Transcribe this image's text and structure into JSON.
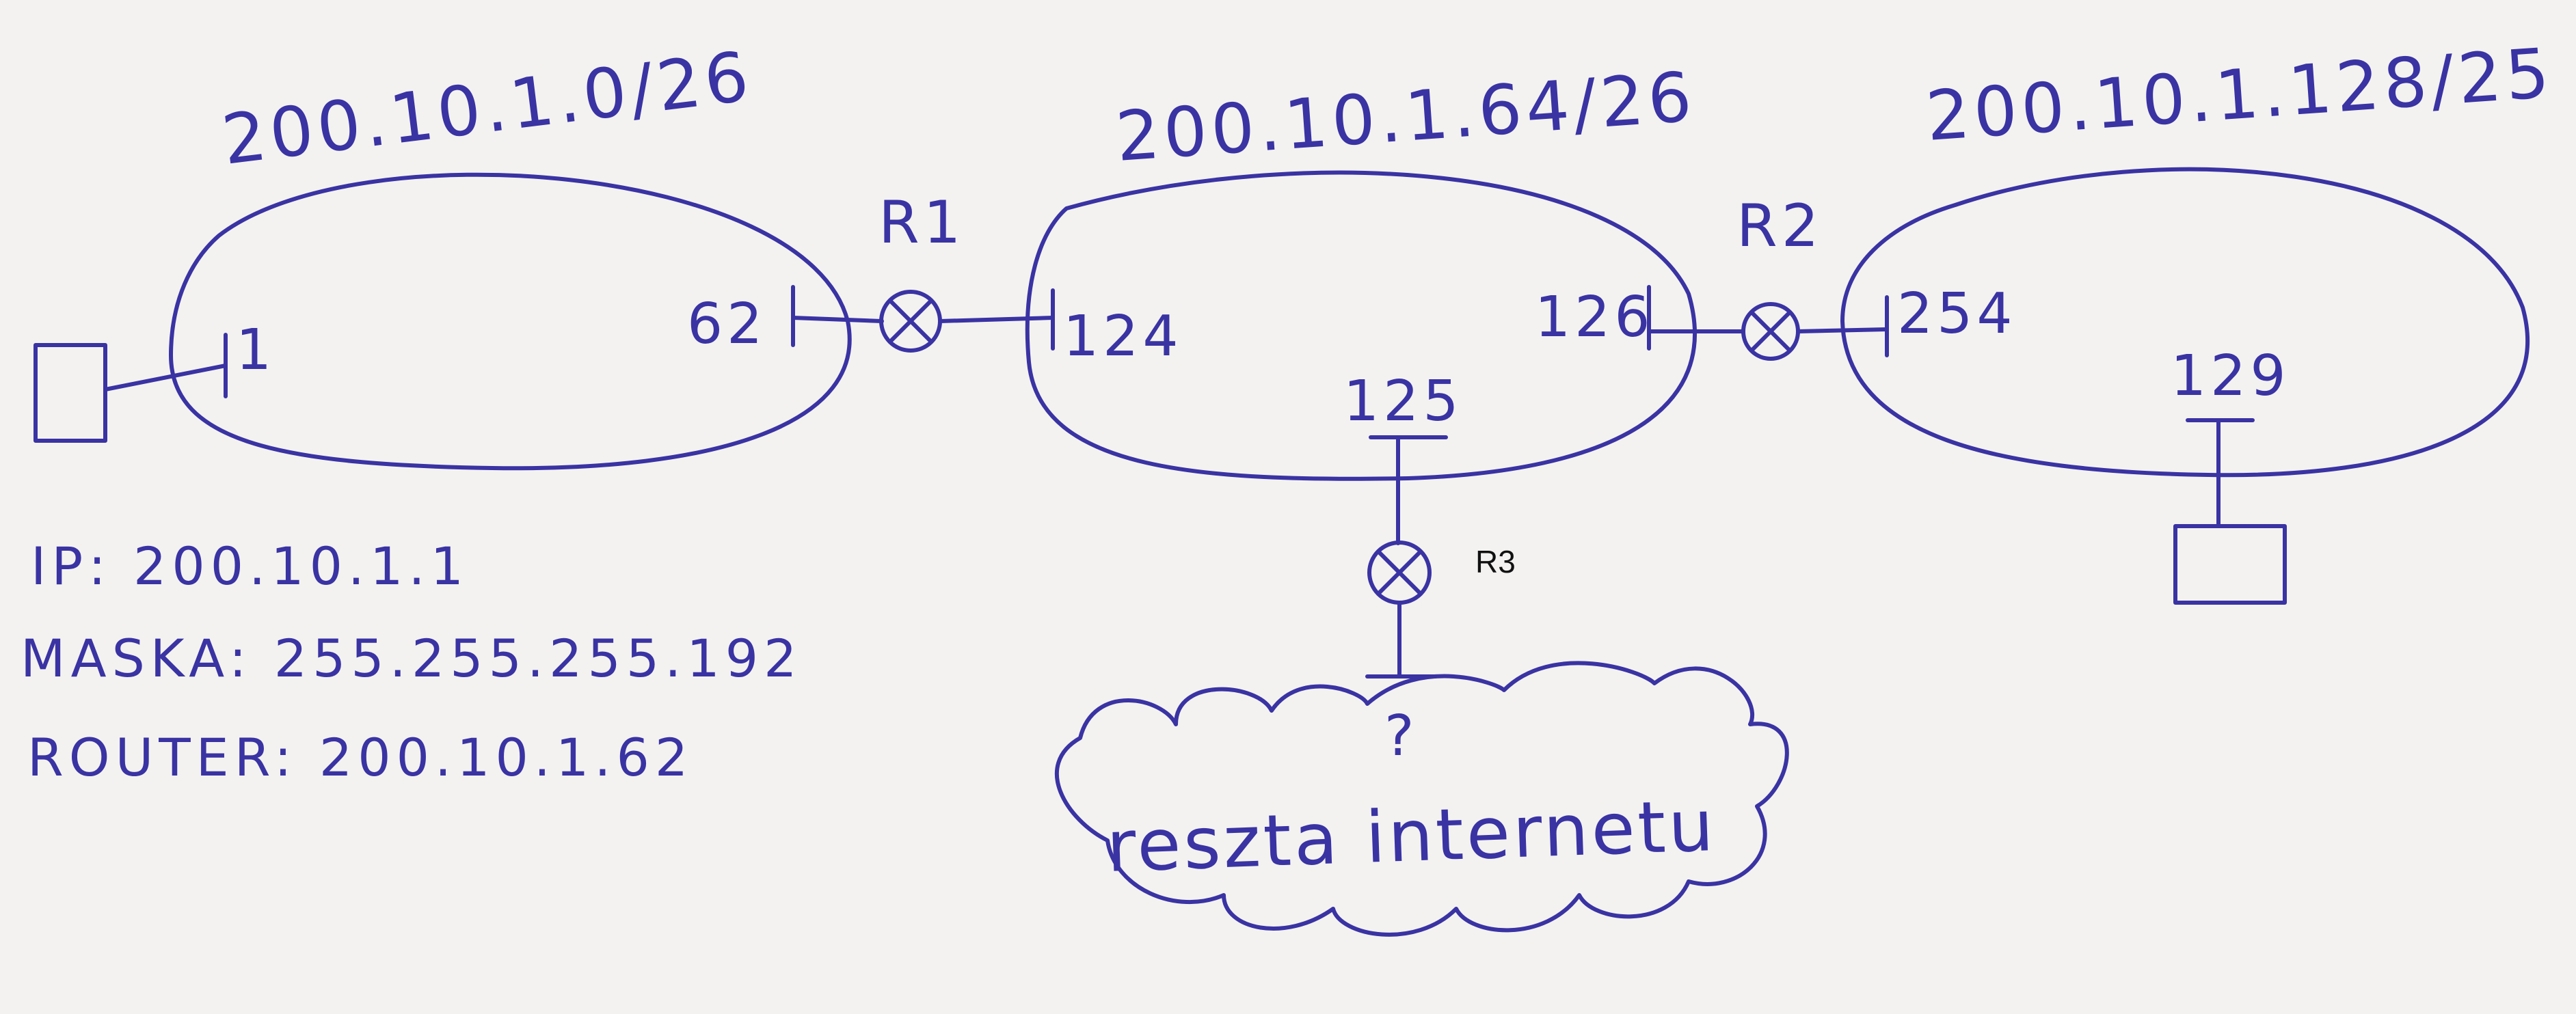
{
  "colors": {
    "ink": "#3a33a3",
    "paper": "#f3f2f0",
    "printed_text": "#111111"
  },
  "networks": [
    {
      "label": "200.10.1.0/26"
    },
    {
      "label": "200.10.1.64/26"
    },
    {
      "label": "200.10.1.128/25"
    }
  ],
  "routers": {
    "r1": {
      "label": "R1"
    },
    "r2": {
      "label": "R2"
    },
    "r3": {
      "label": "R3"
    }
  },
  "interfaces": {
    "host1": "1",
    "r1_left": "62",
    "r1_right": "124",
    "r3_top": "125",
    "r2_left": "126",
    "r2_right": "254",
    "host2": "129"
  },
  "internet": {
    "question": "?",
    "label": "reszta internetu"
  },
  "host_config": {
    "ip": "IP: 200.10.1.1",
    "mask": "MASKA: 255.255.255.192",
    "router": "ROUTER: 200.10.1.62"
  },
  "icons": {
    "router": "router-cross-circle-icon",
    "host": "computer-box-icon",
    "cloud": "internet-cloud-icon"
  }
}
